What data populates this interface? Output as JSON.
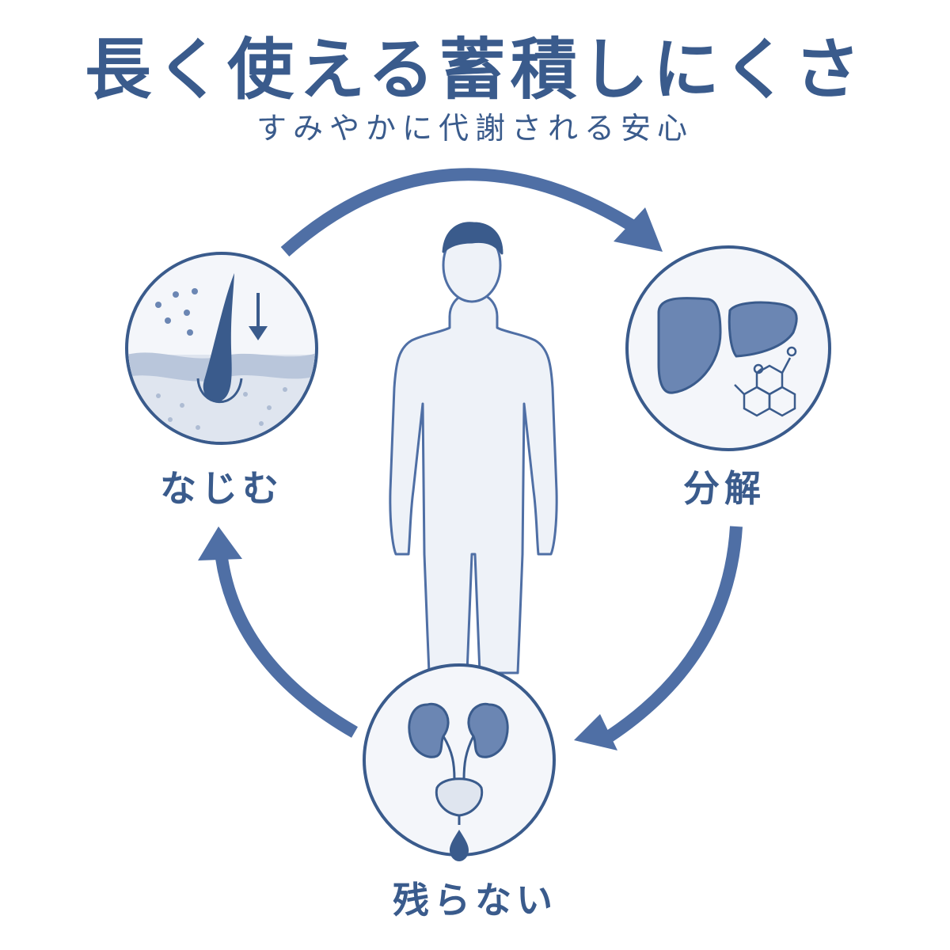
{
  "header": {
    "title": "長く使える蓄積しにくさ",
    "subtitle": "すみやかに代謝される安心"
  },
  "steps": [
    {
      "label": "なじむ",
      "icon": "skin-absorption-icon"
    },
    {
      "label": "分解",
      "icon": "liver-metabolism-icon"
    },
    {
      "label": "残らない",
      "icon": "kidney-excretion-icon"
    }
  ],
  "colors": {
    "accent": "#3a5b8c",
    "arrow": "#4f6fa5",
    "body_fill": "#eef2f8",
    "icon_fill": "#6b86b3",
    "circle_fill": "#f4f6fa"
  }
}
